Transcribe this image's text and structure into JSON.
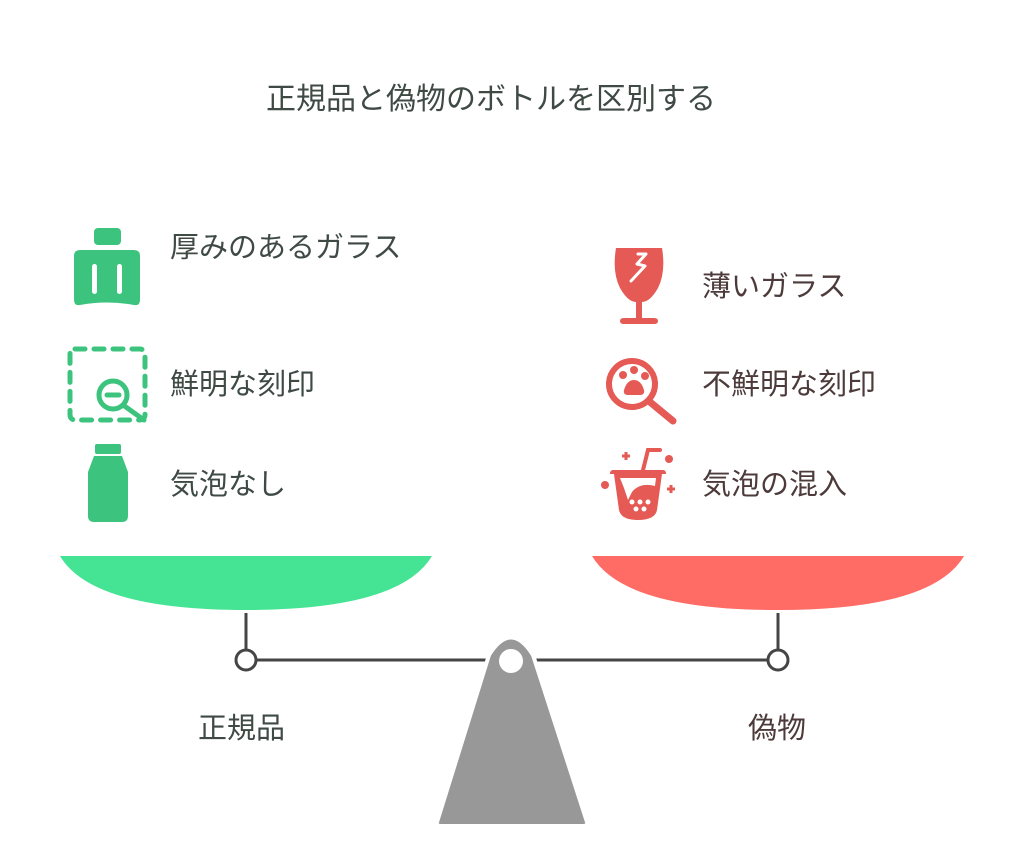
{
  "title": "正規品と偽物のボトルを区別する",
  "genuine": {
    "label": "正規品",
    "color": "#45e394",
    "icon_color": "#3cc47e",
    "items": [
      {
        "text": "厚みのあるガラス",
        "icon": "thick-glass-bottle-icon"
      },
      {
        "text": "鮮明な刻印",
        "icon": "zoom-out-selection-icon"
      },
      {
        "text": "気泡なし",
        "icon": "bottle-icon"
      }
    ]
  },
  "fake": {
    "label": "偽物",
    "color": "#ff6b65",
    "icon_color": "#e55a55",
    "items": [
      {
        "text": "薄いガラス",
        "icon": "broken-glass-icon"
      },
      {
        "text": "不鮮明な刻印",
        "icon": "paw-magnifier-icon"
      },
      {
        "text": "気泡の混入",
        "icon": "bubble-tea-icon"
      }
    ]
  }
}
